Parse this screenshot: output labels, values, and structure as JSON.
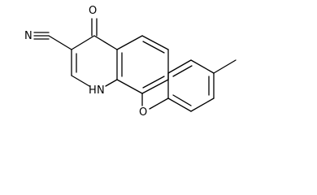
{
  "structure": {
    "atom_labels": {
      "oxygen_carbonyl": "O",
      "nitrile_nitrogen": "N",
      "ring_nh": "H",
      "ring_n": "N",
      "ether_oxygen": "O"
    },
    "line_color": "#000000",
    "background": "#ffffff"
  }
}
